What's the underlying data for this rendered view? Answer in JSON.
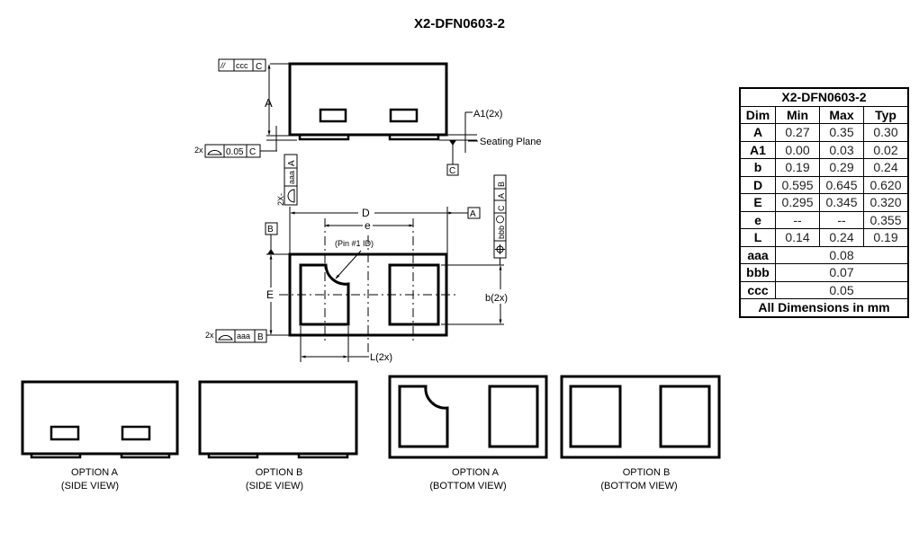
{
  "title": "X2-DFN0603-2",
  "top_side_view": {
    "fcf_parallelism": {
      "symbol": "//",
      "tolerance": "ccc",
      "datum": "C"
    },
    "dim_A": "A",
    "dim_A1": "A1(2x)",
    "seating_plane_label": "Seating Plane",
    "datum_C": "C",
    "fcf_profile": {
      "prefix": "2x",
      "symbol": "profile-of-surface",
      "tolerance": "0.05",
      "datum": "C"
    }
  },
  "bottom_view": {
    "fcf_profile_vertical": {
      "prefix": "2X-",
      "symbol": "profile-of-surface",
      "tolerance": "aaa",
      "datum": "A"
    },
    "dim_D": "D",
    "datum_A": "A",
    "dim_e": "e",
    "pin1_label": "(Pin #1 ID)",
    "datum_B": "B",
    "dim_E": "E",
    "dim_b": "b(2x)",
    "dim_L": "L(2x)",
    "fcf_position": {
      "symbol": "position",
      "tolerance": "bbb",
      "modifier": "M",
      "datums": [
        "C",
        "A",
        "B"
      ]
    },
    "fcf_profile_bottom": {
      "prefix": "2x",
      "symbol": "profile-of-surface",
      "tolerance": "aaa",
      "datum": "B"
    }
  },
  "options": [
    {
      "line1": "OPTION A",
      "line2": "(SIDE VIEW)"
    },
    {
      "line1": "OPTION B",
      "line2": "(SIDE VIEW)"
    },
    {
      "line1": "OPTION A",
      "line2": "(BOTTOM VIEW)"
    },
    {
      "line1": "OPTION  B",
      "line2": "(BOTTOM VIEW)"
    }
  ],
  "table": {
    "title": "X2-DFN0603-2",
    "headers": [
      "Dim",
      "Min",
      "Max",
      "Typ"
    ],
    "rows": [
      {
        "dim": "A",
        "min": "0.27",
        "max": "0.35",
        "typ": "0.30"
      },
      {
        "dim": "A1",
        "min": "0.00",
        "max": "0.03",
        "typ": "0.02"
      },
      {
        "dim": "b",
        "min": "0.19",
        "max": "0.29",
        "typ": "0.24"
      },
      {
        "dim": "D",
        "min": "0.595",
        "max": "0.645",
        "typ": "0.620"
      },
      {
        "dim": "E",
        "min": "0.295",
        "max": "0.345",
        "typ": "0.320"
      },
      {
        "dim": "e",
        "min": "--",
        "max": "--",
        "typ": "0.355"
      },
      {
        "dim": "L",
        "min": "0.14",
        "max": "0.24",
        "typ": "0.19"
      }
    ],
    "tol_rows": [
      {
        "dim": "aaa",
        "value": "0.08"
      },
      {
        "dim": "bbb",
        "value": "0.07"
      },
      {
        "dim": "ccc",
        "value": "0.05"
      }
    ],
    "footer": "All Dimensions in mm"
  }
}
